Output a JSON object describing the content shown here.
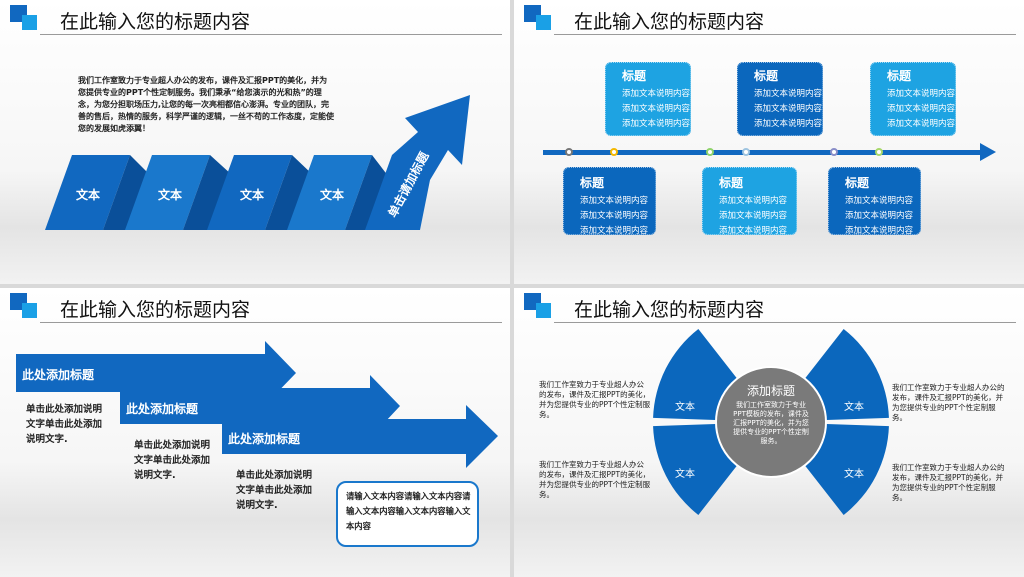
{
  "slide_title": "在此输入您的标题内容",
  "slide1": {
    "paragraph": "我们工作室致力于专业超人办公的发布，课件及汇报PPT的美化，并为您提供专业的PPT个性定制服务。我们秉承“给您演示的光和热”的理念，为您分担职场压力,让您的每一次亮相都信心澎湃。专业的团队，完善的售后，热情的服务，科学严谨的逻辑，一丝不苟的工作态度，定能使您的发展如虎添翼！",
    "steps": [
      "文本",
      "文本",
      "文本",
      "文本"
    ],
    "arrow_label": "单击请加标题"
  },
  "slide2": {
    "items": [
      {
        "title": "标题",
        "lines": [
          "添加文本说明内容",
          "添加文本说明内容",
          "添加文本说明内容"
        ]
      },
      {
        "title": "标题",
        "lines": [
          "添加文本说明内容",
          "添加文本说明内容",
          "添加文本说明内容"
        ]
      },
      {
        "title": "标题",
        "lines": [
          "添加文本说明内容",
          "添加文本说明内容",
          "添加文本说明内容"
        ]
      },
      {
        "title": "标题",
        "lines": [
          "添加文本说明内容",
          "添加文本说明内容",
          "添加文本说明内容"
        ]
      },
      {
        "title": "标题",
        "lines": [
          "添加文本说明内容",
          "添加文本说明内容",
          "添加文本说明内容"
        ]
      },
      {
        "title": "标题",
        "lines": [
          "添加文本说明内容",
          "添加文本说明内容",
          "添加文本说明内容"
        ]
      }
    ],
    "dot_colors": [
      "#777777",
      "#f5b800",
      "#8fd36a",
      "#9ec4e0",
      "#8a8ec8",
      "#a8d86a"
    ]
  },
  "slide3": {
    "arrows": [
      {
        "title": "此处添加标题",
        "desc": "单击此处添加说明文字单击此处添加说明文字."
      },
      {
        "title": "此处添加标题",
        "desc": "单击此处添加说明文字单击此处添加说明文字."
      },
      {
        "title": "此处添加标题",
        "desc": "单击此处添加说明文字单击此处添加说明文字."
      }
    ],
    "note": "请输入文本内容请输入文本内容请输入文本内容输入文本内容输入文本内容"
  },
  "slide4": {
    "center_title": "添加标题",
    "center_text": "我们工作室致力于专业PPT模板的发布，课件及汇报PPT的美化，并为您提供专业的PPT个性定制服务。",
    "petals": [
      "文本",
      "文本",
      "文本",
      "文本"
    ],
    "side_text": "我们工作室致力于专业超人办公的发布，课件及汇报PPT的美化，并为您提供专业的PPT个性定制服务。"
  },
  "colors": {
    "dark": "#0b67bd",
    "light": "#1ea3e2",
    "gray": "#7a7a7a"
  }
}
